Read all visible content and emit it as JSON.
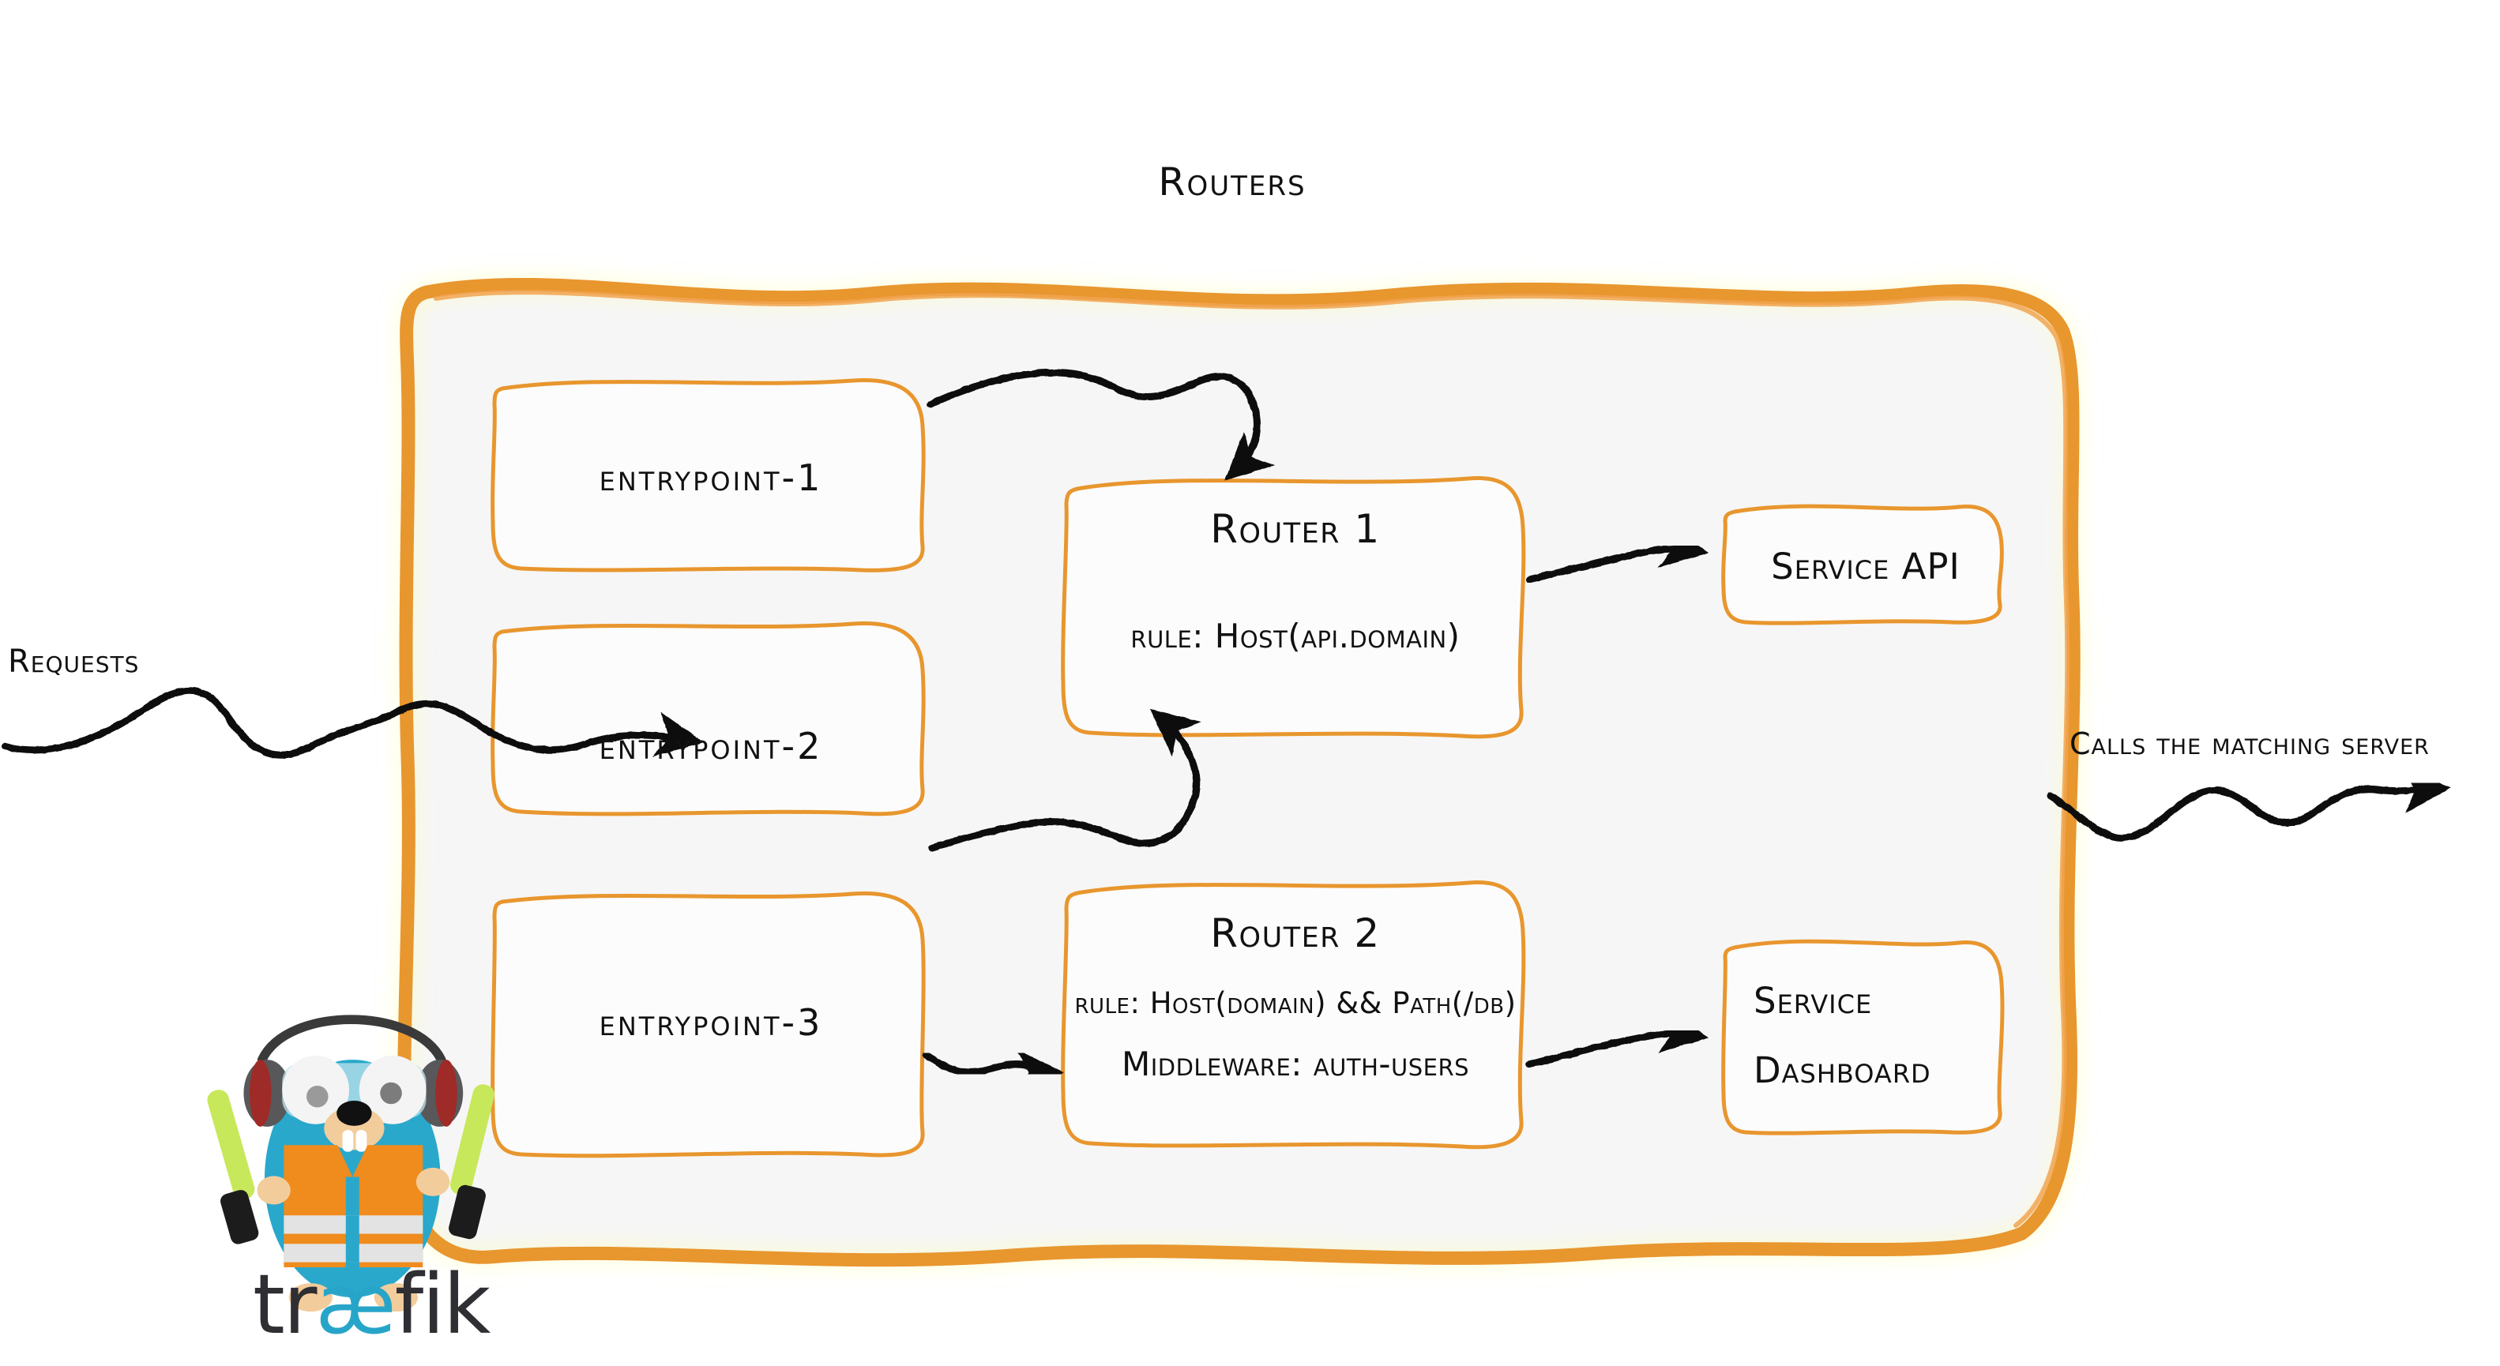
{
  "diagram": {
    "title": "Routers",
    "style": "hand-drawn sketch",
    "colors": {
      "accent_orange": "#E8962E",
      "box_border_orange": "#E8962E",
      "panel_fill": "#F6F6F6",
      "ink_black": "#111111",
      "logo_blue": "#27A5C8",
      "logo_orange": "#F08B1D",
      "logo_dark": "#2F2F33",
      "page_background": "#FFFFFF"
    }
  },
  "labels": {
    "incoming": "Requests",
    "outgoing": "Calls the matching server"
  },
  "entrypoints": [
    {
      "id": "entrypoint-1",
      "label": "entrypoint-1"
    },
    {
      "id": "entrypoint-2",
      "label": "entrypoint-2"
    },
    {
      "id": "entrypoint-3",
      "label": "entrypoint-3"
    }
  ],
  "routers": [
    {
      "id": "router-1",
      "title": "Router 1",
      "lines": [
        {
          "text": "rule: Host(api.domain)",
          "size": "large"
        }
      ]
    },
    {
      "id": "router-2",
      "title": "Router 2",
      "lines": [
        {
          "text": "rule: Host(domain) && Path(/db)",
          "size": "small"
        },
        {
          "text": "Middleware: auth-users",
          "size": "large"
        }
      ]
    }
  ],
  "services": [
    {
      "id": "service-api",
      "lines": [
        "Service API"
      ]
    },
    {
      "id": "service-dashboard",
      "lines": [
        "Service",
        "Dashboard"
      ]
    }
  ],
  "arrows": [
    {
      "id": "requests-to-panel",
      "from": "Requests",
      "to": "entrypoints-panel"
    },
    {
      "id": "entrypoint-1-to-router-1",
      "from": "entrypoint-1",
      "to": "router-1"
    },
    {
      "id": "entrypoint-2-to-router-1",
      "from": "entrypoint-2",
      "to": "router-1"
    },
    {
      "id": "entrypoint-3-to-router-2",
      "from": "entrypoint-3",
      "to": "router-2"
    },
    {
      "id": "router-1-to-service-api",
      "from": "router-1",
      "to": "service-api"
    },
    {
      "id": "router-2-to-service-dashboard",
      "from": "router-2",
      "to": "service-dashboard"
    },
    {
      "id": "panel-to-servers",
      "from": "routers-panel",
      "to": "matching server"
    }
  ],
  "logo": {
    "wordmark_prefix": "tr",
    "wordmark_ligature": "æ",
    "wordmark_suffix": "fik",
    "mascot": "traefik-gopher-mascot"
  }
}
